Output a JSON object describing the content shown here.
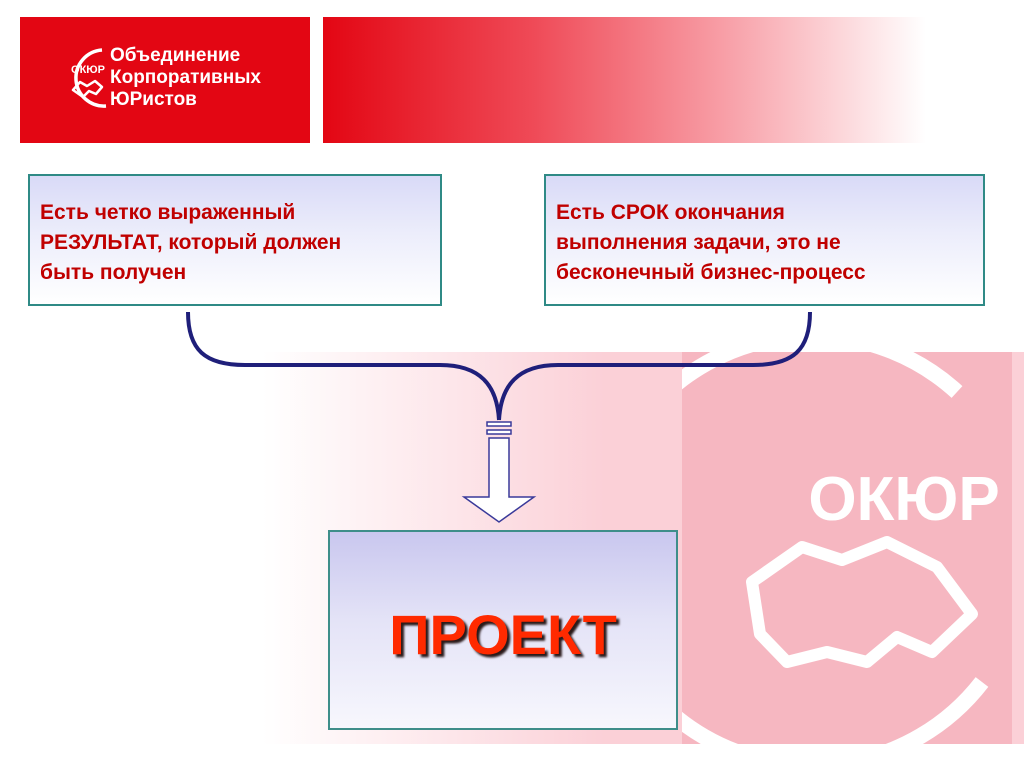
{
  "logo": {
    "emblem_text": "ОКЮР",
    "lines": [
      "Объединение",
      "Корпоративных",
      "ЮРистов"
    ]
  },
  "diagram": {
    "box_left_lines": [
      "Есть четко выраженный",
      "РЕЗУЛЬТАТ, который должен",
      "быть получен"
    ],
    "box_right_lines": [
      "Есть СРОК окончания",
      "выполнения задачи, это не",
      "бесконечный бизнес-процесс"
    ],
    "result_label": "ПРОЕКТ"
  },
  "watermark": {
    "text": "ОКЮР"
  },
  "colors": {
    "brand_red": "#e30613",
    "text_red": "#c00000",
    "project_red": "#ff2a00",
    "brace_navy": "#1f1f7a",
    "box_border": "#2f8a86"
  }
}
